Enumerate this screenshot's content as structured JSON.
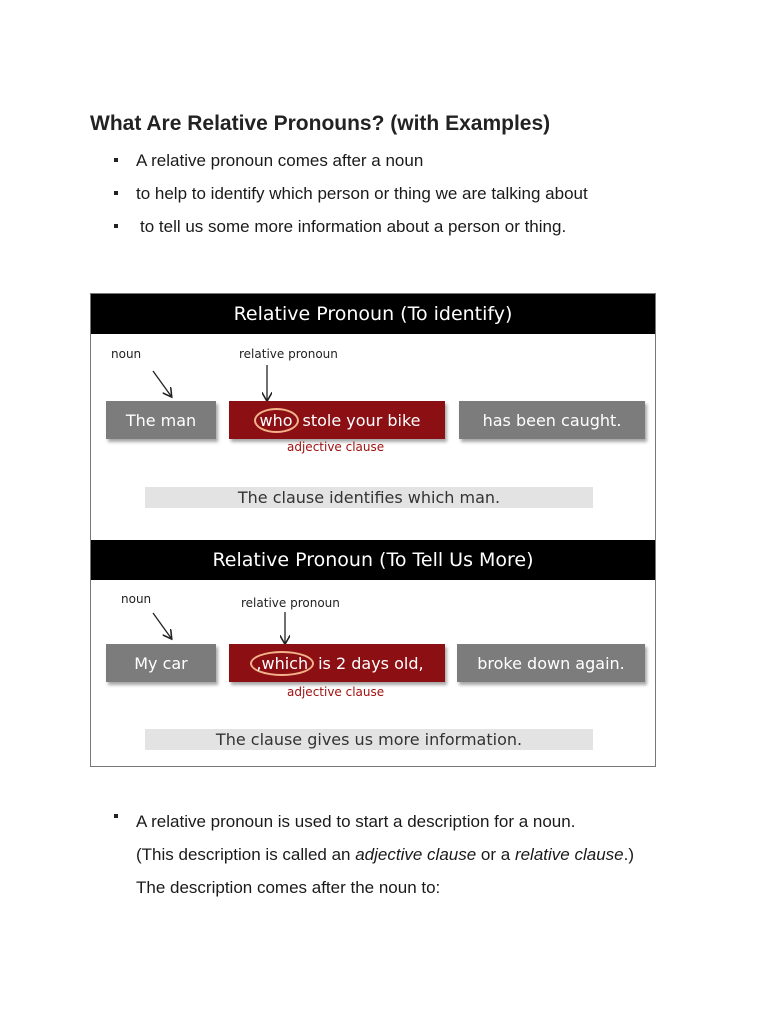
{
  "heading": "What Are Relative Pronouns? (with Examples)",
  "intro_bullets": [
    "A relative pronoun comes after a noun",
    "to help to identify which person or thing we are talking about",
    "to tell us some more information about a person or thing."
  ],
  "figure": {
    "panel1": {
      "banner": "Relative Pronoun (To identify)",
      "noun_label": "noun",
      "pronoun_label": "relative pronoun",
      "noun_box": "The man",
      "pronoun_word": "who",
      "clause_rest": "stole your bike",
      "predicate_box": "has been caught.",
      "adjective_label": "adjective clause",
      "summary": "The clause identifies which man."
    },
    "panel2": {
      "banner": "Relative Pronoun (To Tell Us More)",
      "noun_label": "noun",
      "pronoun_label": "relative pronoun",
      "noun_box": "My car",
      "pronoun_word": ",which",
      "clause_rest": "is 2 days old,",
      "predicate_box": "broke down again.",
      "adjective_label": "adjective clause",
      "summary": "The clause gives us more information."
    }
  },
  "bottom_bullet": {
    "line1": "A relative pronoun is used to start a description for a noun.",
    "line2_a": "(This description is called an ",
    "line2_em1": "adjective clause",
    "line2_b": " or a ",
    "line2_em2": "relative clause",
    "line2_c": ".)",
    "line3": "The description comes after the noun to:"
  },
  "colors": {
    "banner_bg": "#000000",
    "gray_box": "#7c7c7c",
    "red_box": "#8c0f14",
    "circle": "#f3b38a",
    "adjective_label": "#a01010",
    "strip_bg": "#e3e3e3"
  }
}
